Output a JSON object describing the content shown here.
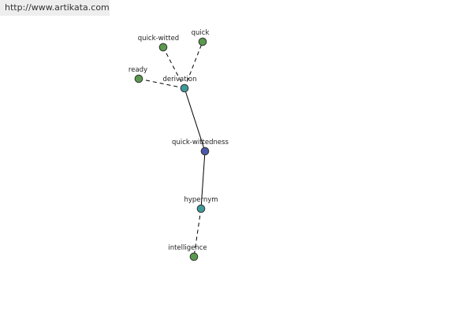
{
  "watermark": {
    "text": "http://www.artikata.com"
  },
  "colors": {
    "leaf": "#5a9a4e",
    "relation": "#3f9b9b",
    "center": "#4a5aa8"
  },
  "nodes": {
    "quick_witted": {
      "label": "quick-witted",
      "kind": "leaf"
    },
    "quick": {
      "label": "quick",
      "kind": "leaf"
    },
    "ready": {
      "label": "ready",
      "kind": "leaf"
    },
    "derivation": {
      "label": "derivation",
      "kind": "relation"
    },
    "quick_wittedness": {
      "label": "quick-wittedness",
      "kind": "center"
    },
    "hypernym": {
      "label": "hypernym",
      "kind": "relation"
    },
    "intelligence": {
      "label": "intelligence",
      "kind": "leaf"
    }
  },
  "edges": [
    {
      "from": "quick_wittedness",
      "to": "derivation",
      "style": "solid"
    },
    {
      "from": "quick_wittedness",
      "to": "hypernym",
      "style": "solid"
    },
    {
      "from": "derivation",
      "to": "quick_witted",
      "style": "dashed"
    },
    {
      "from": "derivation",
      "to": "quick",
      "style": "dashed"
    },
    {
      "from": "derivation",
      "to": "ready",
      "style": "dashed"
    },
    {
      "from": "hypernym",
      "to": "intelligence",
      "style": "dashed"
    }
  ]
}
